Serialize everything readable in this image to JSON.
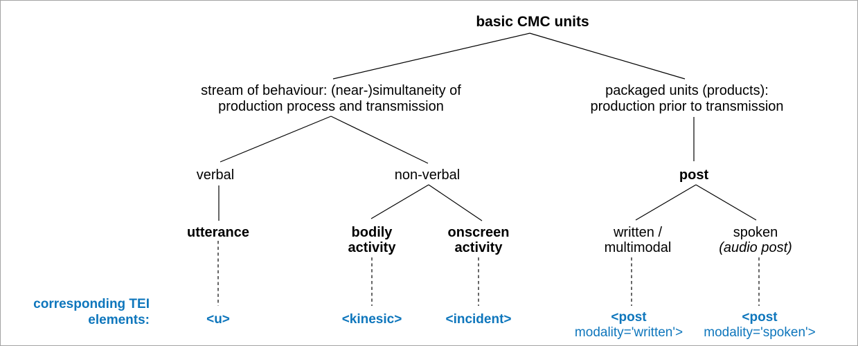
{
  "colors": {
    "tei_blue": "#0e76bc",
    "line": "#000000",
    "border": "#a3a3a3"
  },
  "tree": {
    "root": {
      "label": "basic CMC units"
    },
    "stream": {
      "line1": "stream of behaviour: (near-)simultaneity of",
      "line2": "production process and transmission"
    },
    "packaged": {
      "line1": "packaged units (products):",
      "line2": "production prior to transmission"
    },
    "verbal": {
      "label": "verbal"
    },
    "nonverbal": {
      "label": "non-verbal"
    },
    "post": {
      "label": "post"
    },
    "utterance": {
      "label": "utterance"
    },
    "bodily": {
      "line1": "bodily",
      "line2": "activity"
    },
    "onscreen": {
      "line1": "onscreen",
      "line2": "activity"
    },
    "written": {
      "line1": "written /",
      "line2": "multimodal"
    },
    "spoken": {
      "line1": "spoken",
      "line2_italic": "(audio post)"
    }
  },
  "tei": {
    "caption_line1": "corresponding TEI",
    "caption_line2": "elements:",
    "u": "<u>",
    "kinesic": "<kinesic>",
    "incident": "<incident>",
    "post_written_line1": "<post",
    "post_written_line2": "modality='written'>",
    "post_spoken_line1": "<post",
    "post_spoken_line2": "modality='spoken'>"
  }
}
